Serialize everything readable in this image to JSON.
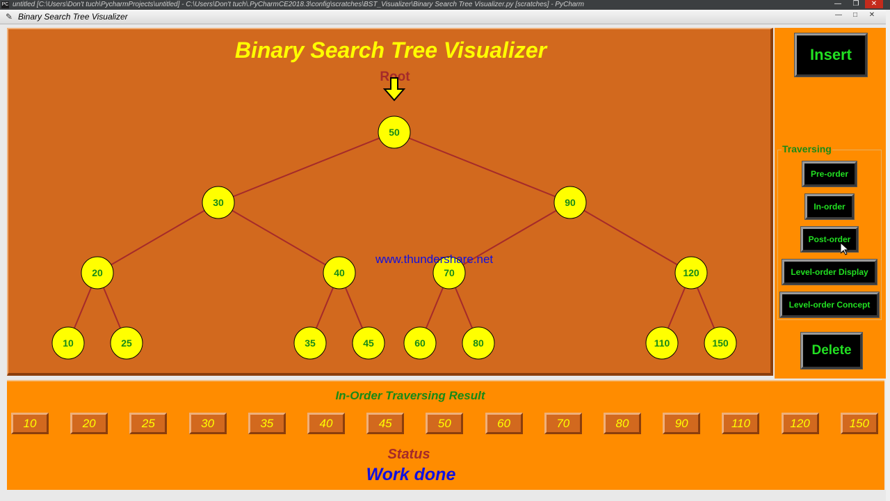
{
  "ide": {
    "title": "untitled [C:\\Users\\Don't tuch\\PycharmProjects\\untitled] - C:\\Users\\Don't tuch\\.PyCharmCE2018.3\\config\\scratches\\BST_Visualizer\\Binary Search Tree Visualizer.py [scratches] - PyCharm",
    "app_icon": "PC",
    "minimize": "—",
    "maximize": "❐",
    "close": "✕"
  },
  "window": {
    "title": "Binary Search Tree Visualizer",
    "minimize": "—",
    "maximize": "□",
    "close": "✕"
  },
  "canvas": {
    "heading": "Binary Search Tree Visualizer",
    "root_label": "Root",
    "watermark": "www.thundershare.net",
    "tree": {
      "value": "50",
      "left": {
        "value": "30",
        "left": {
          "value": "20",
          "left": {
            "value": "10"
          },
          "right": {
            "value": "25"
          }
        },
        "right": {
          "value": "40",
          "left": {
            "value": "35"
          },
          "right": {
            "value": "45"
          }
        }
      },
      "right": {
        "value": "90",
        "left": {
          "value": "70",
          "left": {
            "value": "60"
          },
          "right": {
            "value": "80"
          }
        },
        "right": {
          "value": "120",
          "left": {
            "value": "110"
          },
          "right": {
            "value": "150"
          }
        }
      }
    }
  },
  "controls": {
    "insert": "Insert",
    "traversing_label": "Traversing",
    "pre_order": "Pre-order",
    "in_order": "In-order",
    "post_order": "Post-order",
    "level_display": "Level-order Display",
    "level_concept": "Level-order Concept",
    "delete": "Delete"
  },
  "result": {
    "title": "In-Order Traversing Result",
    "values": [
      "10",
      "20",
      "25",
      "30",
      "35",
      "40",
      "45",
      "50",
      "60",
      "70",
      "80",
      "90",
      "110",
      "120",
      "150"
    ]
  },
  "status": {
    "label": "Status",
    "value": "Work done"
  },
  "colors": {
    "canvas_bg": "#d2691e",
    "panel_bg": "#ff8c00",
    "node_fill": "#ffff00",
    "edge": "#a52a2a",
    "button_text": "#22e022",
    "heading": "#ffff00",
    "status_text": "#1010e0"
  }
}
